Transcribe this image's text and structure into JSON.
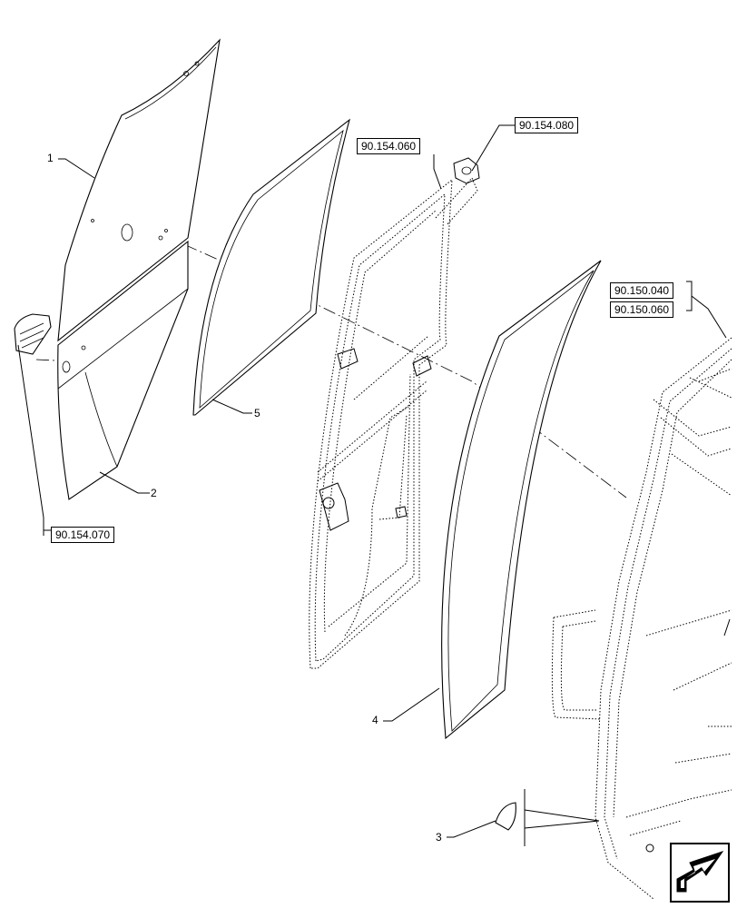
{
  "references": {
    "ref_90_154_060": "90.154.060",
    "ref_90_154_080": "90.154.080",
    "ref_90_150_040": "90.150.040",
    "ref_90_150_060": "90.150.060",
    "ref_90_154_070": "90.154.070"
  },
  "items": {
    "item_1": "1",
    "item_2": "2",
    "item_3": "3",
    "item_4": "4",
    "item_5": "5"
  },
  "icons": {
    "navigation": "arrow-navigation-icon"
  }
}
